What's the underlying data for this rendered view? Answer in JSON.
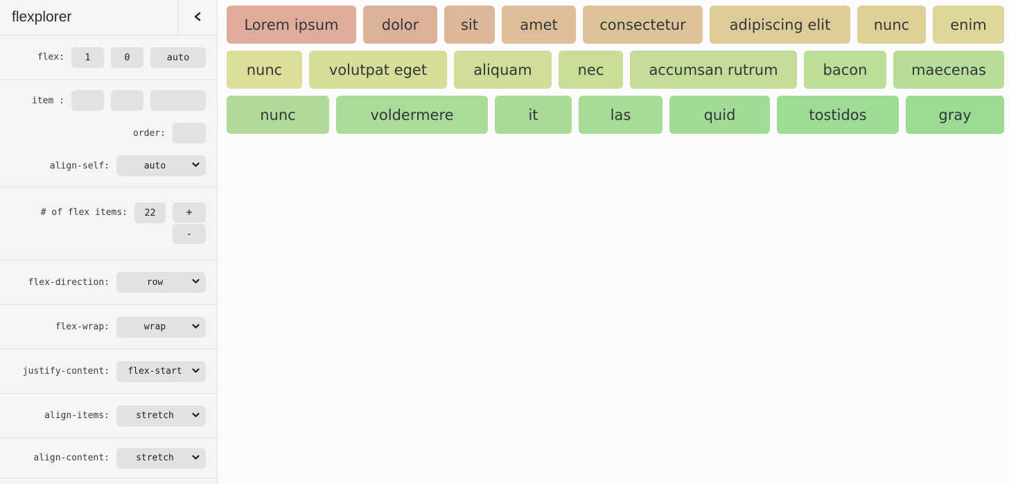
{
  "app": {
    "title": "flexplorer"
  },
  "sidebar": {
    "flex_row": {
      "label": "flex:",
      "inputs": [
        "1",
        "0",
        "auto"
      ]
    },
    "item_row": {
      "label": "item :",
      "inputs": [
        "",
        "",
        ""
      ]
    },
    "order_row": {
      "label": "order:",
      "value": ""
    },
    "align_self": {
      "label": "align-self:",
      "value": "auto"
    },
    "count_row": {
      "label": "# of flex items:",
      "value": "22",
      "increment_label": "+",
      "decrement_label": "-"
    },
    "selects": [
      {
        "label": "flex-direction:",
        "value": "row"
      },
      {
        "label": "flex-wrap:",
        "value": "wrap"
      },
      {
        "label": "justify-content:",
        "value": "flex-start"
      },
      {
        "label": "align-items:",
        "value": "stretch"
      },
      {
        "label": "align-content:",
        "value": "stretch"
      }
    ]
  },
  "flex_items": [
    {
      "label": "Lorem ipsum",
      "color": "#dfab9a",
      "basis": 179
    },
    {
      "label": "dolor",
      "color": "#ddb098",
      "basis": 99
    },
    {
      "label": "sit",
      "color": "#ddb798",
      "basis": 65
    },
    {
      "label": "amet",
      "color": "#ddbe98",
      "basis": 99
    },
    {
      "label": "consectetur",
      "color": "#ddc498",
      "basis": 165
    },
    {
      "label": "adipiscing elit",
      "color": "#ddcb98",
      "basis": 195
    },
    {
      "label": "nunc",
      "color": "#ddd198",
      "basis": 91
    },
    {
      "label": "enim",
      "color": "#ddd79a",
      "basis": 95
    },
    {
      "label": "nunc",
      "color": "#dcdd98",
      "basis": 101
    },
    {
      "label": "volutpat eget",
      "color": "#d6dd98",
      "basis": 191
    },
    {
      "label": "aliquam",
      "color": "#cfdd98",
      "basis": 133
    },
    {
      "label": "nec",
      "color": "#c9dd98",
      "basis": 85
    },
    {
      "label": "accumsan rutrum",
      "color": "#c3dd98",
      "basis": 233
    },
    {
      "label": "bacon",
      "color": "#bcdd98",
      "basis": 111
    },
    {
      "label": "maecenas",
      "color": "#b7dd98",
      "basis": 152
    },
    {
      "label": "nunc",
      "color": "#b0d99a",
      "basis": 140
    },
    {
      "label": "voldermere",
      "color": "#aadb98",
      "basis": 211
    },
    {
      "label": "it",
      "color": "#a7db97",
      "basis": 103
    },
    {
      "label": "las",
      "color": "#a4db96",
      "basis": 113
    },
    {
      "label": "quid",
      "color": "#a1db95",
      "basis": 137
    },
    {
      "label": "tostidos",
      "color": "#9edb94",
      "basis": 168
    },
    {
      "label": "gray",
      "color": "#9bdb93",
      "basis": 134
    }
  ]
}
